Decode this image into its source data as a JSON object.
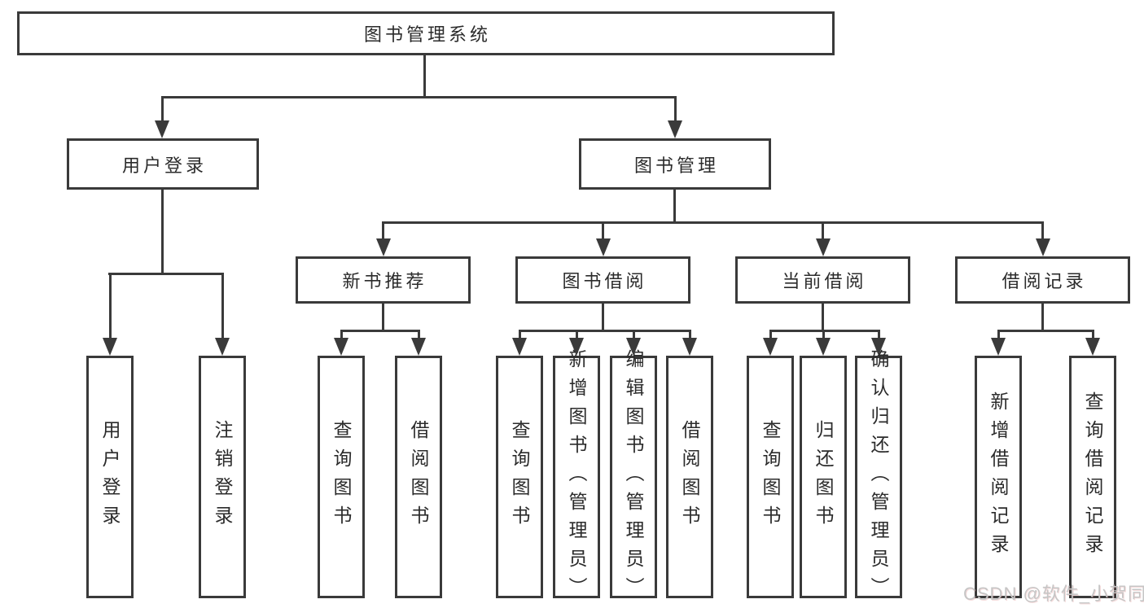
{
  "colors": {
    "line": "#3a3a3a",
    "text": "#2b2b2b",
    "background": "#ffffff",
    "watermark": "#c6c6c6"
  },
  "watermark": {
    "text": "CSDN @软件_小贺同学"
  },
  "tree": {
    "label": "图书管理系统",
    "children": [
      {
        "label": "用户登录",
        "children": [
          {
            "label": "用户登录"
          },
          {
            "label": "注销登录"
          }
        ]
      },
      {
        "label": "图书管理",
        "children": [
          {
            "label": "新书推荐",
            "children": [
              {
                "label": "查询图书"
              },
              {
                "label": "借阅图书"
              }
            ]
          },
          {
            "label": "图书借阅",
            "children": [
              {
                "label": "查询图书"
              },
              {
                "label": "新增图书（管理员）"
              },
              {
                "label": "编辑图书（管理员）"
              },
              {
                "label": "借阅图书"
              }
            ]
          },
          {
            "label": "当前借阅",
            "children": [
              {
                "label": "查询图书"
              },
              {
                "label": "归还图书"
              },
              {
                "label": "确认归还（管理员）"
              }
            ]
          },
          {
            "label": "借阅记录",
            "children": [
              {
                "label": "新增借阅记录"
              },
              {
                "label": "查询借阅记录"
              }
            ]
          }
        ]
      }
    ]
  }
}
